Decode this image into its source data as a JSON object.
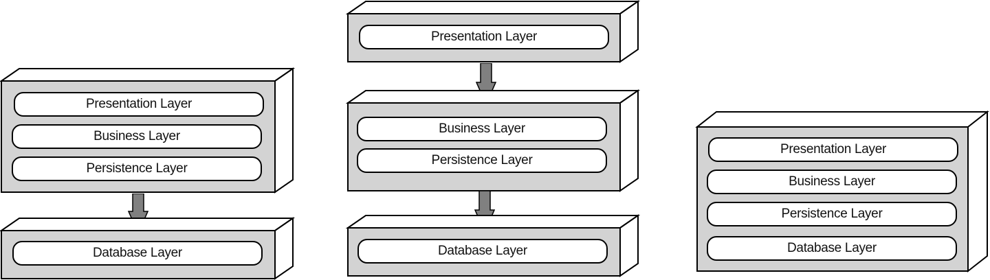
{
  "colors": {
    "box_fill": "#d3d3d3",
    "box_side": "#ffffff",
    "outline": "#000000",
    "arrow_fill": "#808080"
  },
  "left": {
    "server_box": [
      "Presentation Layer",
      "Business Layer",
      "Persistence Layer"
    ],
    "database_box": [
      "Database Layer"
    ]
  },
  "middle": {
    "presentation_box": [
      "Presentation Layer"
    ],
    "business_box": [
      "Business Layer",
      "Persistence Layer"
    ],
    "database_box": [
      "Database Layer"
    ]
  },
  "right": {
    "single_box": [
      "Presentation Layer",
      "Business Layer",
      "Persistence Layer",
      "Database Layer"
    ]
  }
}
